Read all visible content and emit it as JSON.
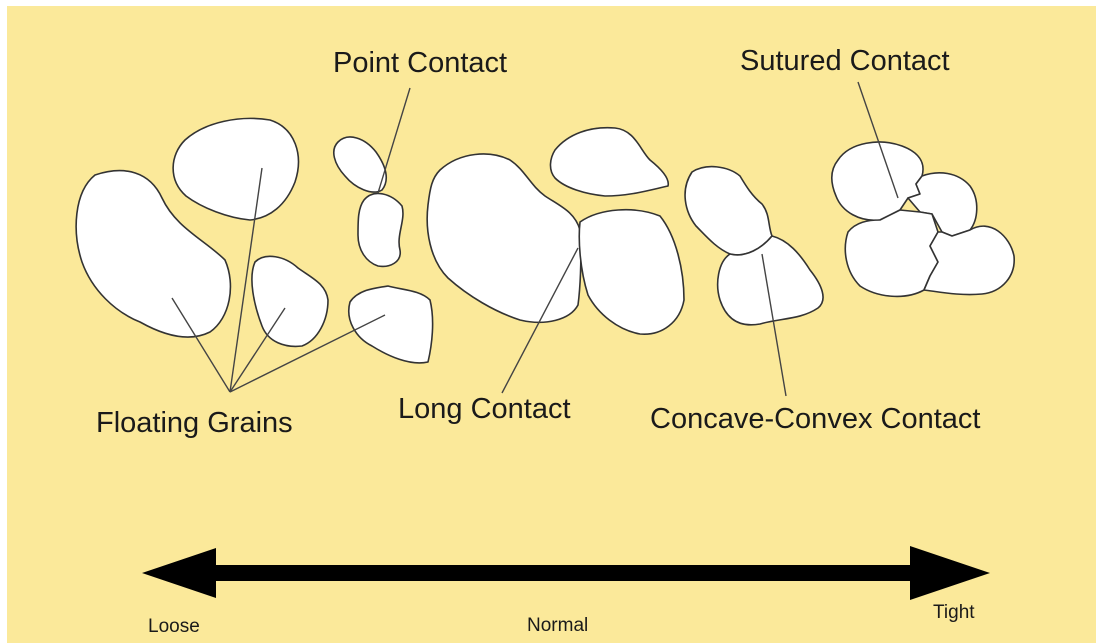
{
  "colors": {
    "background": "#fbe99a",
    "grain_fill": "#ffffff",
    "outline": "#333333",
    "arrow": "#000000"
  },
  "labels": {
    "point_contact": "Point Contact",
    "sutured_contact": "Sutured Contact",
    "floating_grains": "Floating Grains",
    "long_contact": "Long Contact",
    "concave_convex_contact": "Concave-Convex Contact"
  },
  "scale": {
    "loose": "Loose",
    "normal": "Normal",
    "tight": "Tight"
  }
}
